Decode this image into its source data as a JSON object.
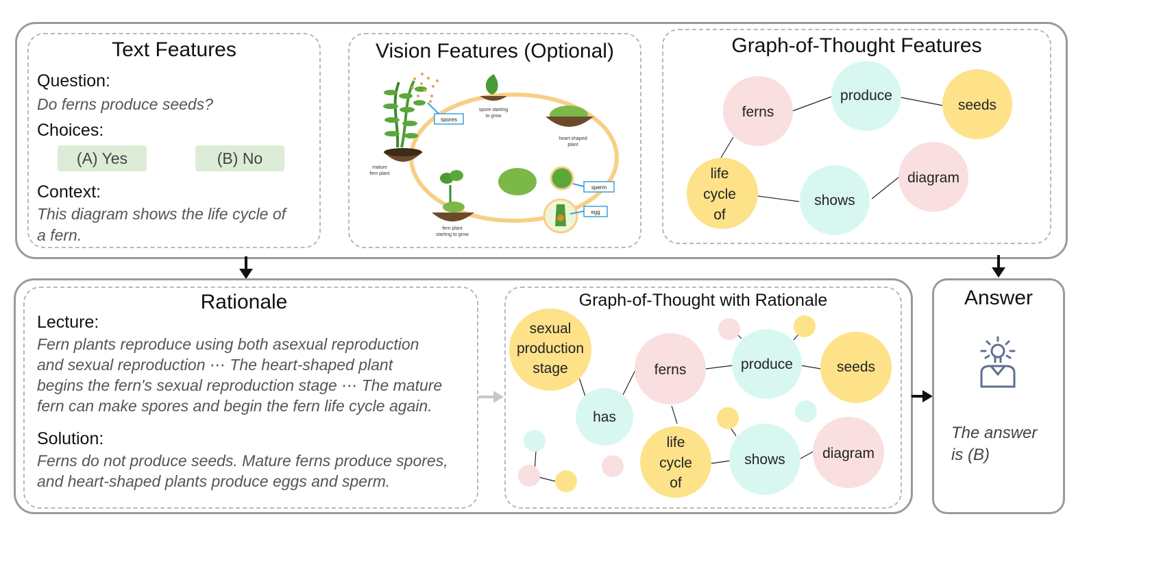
{
  "text_features": {
    "title": "Text Features",
    "question_label": "Question:",
    "question": "Do ferns produce seeds?",
    "choices_label": "Choices:",
    "choice_a": "(A) Yes",
    "choice_b": "(B) No",
    "context_label": "Context:",
    "context_line1": "This diagram shows the life cycle of",
    "context_line2": "a fern."
  },
  "vision_features": {
    "title": "Vision Features (Optional)",
    "labels": {
      "spores": "spores",
      "spore_starting_1": "spore starting",
      "spore_starting_2": "to grow",
      "heart_1": "heart-shaped",
      "heart_2": "plant",
      "mature_1": "mature",
      "mature_2": "fern plant",
      "fernplant_1": "fern plant",
      "fernplant_2": "starting to grow",
      "sperm": "sperm",
      "egg": "egg"
    }
  },
  "got_features": {
    "title": "Graph-of-Thought Features",
    "nodes": {
      "ferns": "ferns",
      "produce": "produce",
      "seeds": "seeds",
      "life1": "life",
      "life2": "cycle",
      "life3": "of",
      "shows": "shows",
      "diagram": "diagram"
    }
  },
  "rationale": {
    "title": "Rationale",
    "lecture_label": "Lecture:",
    "lecture_lines": [
      "Fern plants reproduce using both asexual reproduction",
      "and sexual reproduction ⋯ The heart-shaped plant",
      "begins the fern's sexual reproduction stage ⋯ The mature",
      "fern can make spores and begin the fern life cycle again."
    ],
    "solution_label": "Solution:",
    "solution_lines": [
      "Ferns do not produce seeds. Mature ferns produce spores,",
      "and heart-shaped plants produce eggs and sperm."
    ]
  },
  "got_rationale": {
    "title": "Graph-of-Thought with Rationale",
    "nodes": {
      "sexual1": "sexual",
      "sexual2": "production",
      "sexual3": "stage",
      "has": "has",
      "ferns": "ferns",
      "produce": "produce",
      "seeds": "seeds",
      "life1": "life",
      "life2": "cycle",
      "life3": "of",
      "shows": "shows",
      "diagram": "diagram"
    }
  },
  "answer": {
    "title": "Answer",
    "icon": "lightbulb-person-icon",
    "line1": "The answer",
    "line2": "is (B)"
  },
  "colors": {
    "pink": "#f9dfdf",
    "cyan": "#d9f7f1",
    "yellow": "#fde28a",
    "choice_bg": "#dcecd6",
    "box_border": "#9a9a9a",
    "dash_border": "#b8b8b8",
    "icon": "#5d6f8f"
  }
}
